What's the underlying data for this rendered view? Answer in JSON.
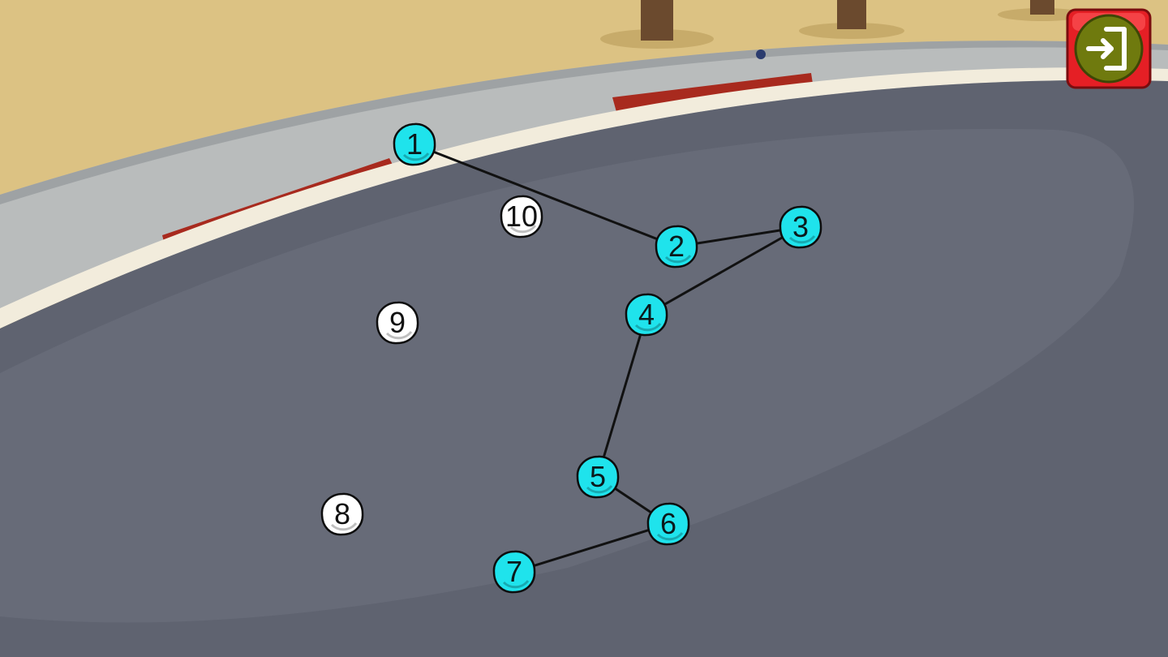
{
  "game": {
    "exit_button_icon": "exit-icon",
    "colors": {
      "sand": "#dcc283",
      "asphalt": "#5f6370",
      "curb_gray": "#b9bcbc",
      "curb_red": "#a82a1e",
      "dot_done": "#1fe3ec",
      "dot_pending": "#ffffff",
      "line": "#111111",
      "exit_red": "#e51f25",
      "exit_olive": "#6f7a0e"
    },
    "dots": [
      {
        "label": "1",
        "done": true
      },
      {
        "label": "2",
        "done": true
      },
      {
        "label": "3",
        "done": true
      },
      {
        "label": "4",
        "done": true
      },
      {
        "label": "5",
        "done": true
      },
      {
        "label": "6",
        "done": true
      },
      {
        "label": "7",
        "done": true
      },
      {
        "label": "8",
        "done": false
      },
      {
        "label": "9",
        "done": false
      },
      {
        "label": "10",
        "done": false
      }
    ],
    "connected_count": 7
  }
}
